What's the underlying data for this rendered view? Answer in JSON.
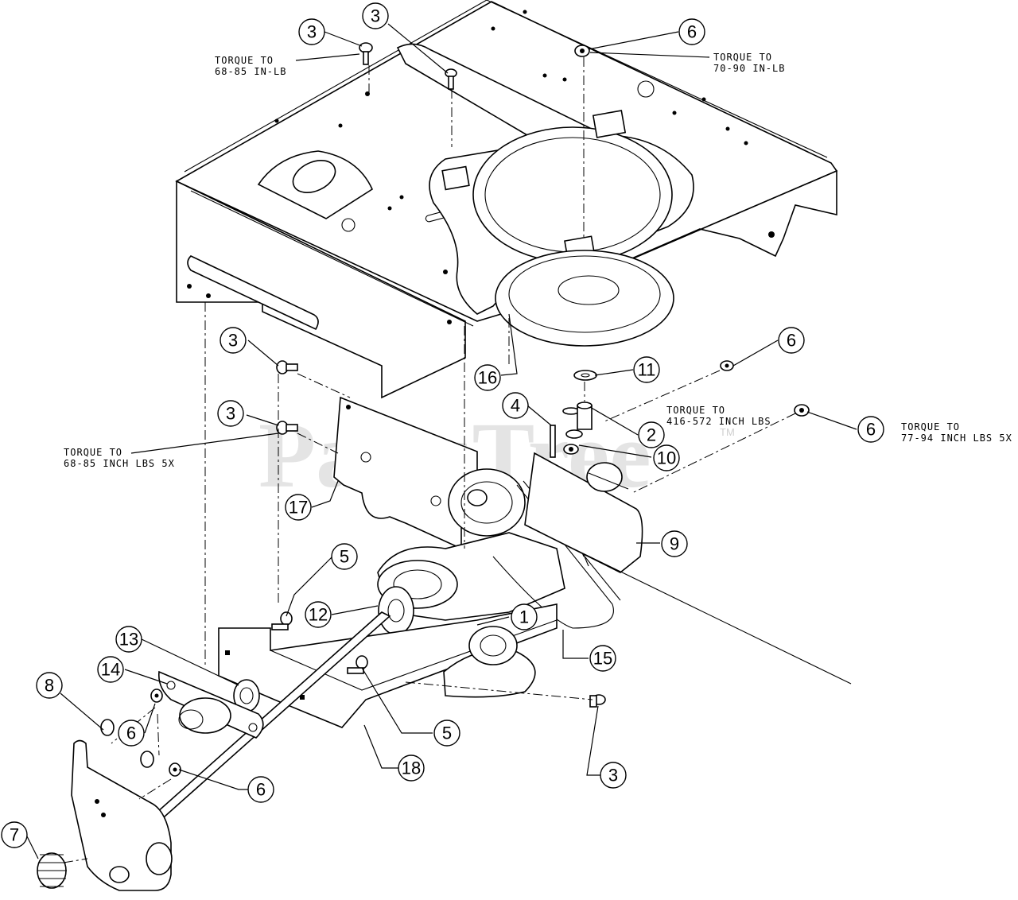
{
  "watermark": {
    "text": "PartsTree",
    "tm": "TM"
  },
  "notes": {
    "top_left": [
      "TORQUE TO",
      "68-85 IN-LB"
    ],
    "top_right": [
      "TORQUE TO",
      "70-90 IN-LB"
    ],
    "left": [
      "TORQUE TO",
      "68-85 INCH LBS 5X"
    ],
    "mid_right": [
      "TORQUE TO",
      "416-572 INCH LBS"
    ],
    "far_right": [
      "TORQUE TO",
      "77-94 INCH LBS 5X"
    ]
  },
  "callouts": [
    "3",
    "3",
    "6",
    "6",
    "3",
    "3",
    "16",
    "11",
    "4",
    "2",
    "10",
    "6",
    "17",
    "9",
    "5",
    "12",
    "1",
    "15",
    "13",
    "14",
    "8",
    "6",
    "5",
    "18",
    "3",
    "6",
    "7"
  ]
}
